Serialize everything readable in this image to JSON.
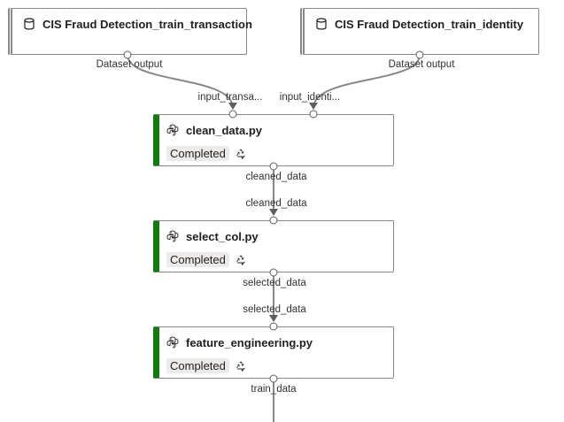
{
  "pipeline": {
    "datasets": [
      {
        "name": "CIS Fraud Detection_train_transaction",
        "icon": "database-icon",
        "output_label": "Dataset output"
      },
      {
        "name": "CIS Fraud Detection_train_identity",
        "icon": "database-icon",
        "output_label": "Dataset output"
      }
    ],
    "modules": [
      {
        "name": "clean_data.py",
        "icon": "python-icon",
        "status": "Completed",
        "status_icon": "recycle-icon",
        "inputs": [
          "input_transa...",
          "input_identi..."
        ],
        "output": "cleaned_data"
      },
      {
        "name": "select_col.py",
        "icon": "python-icon",
        "status": "Completed",
        "status_icon": "recycle-icon",
        "inputs": [
          "cleaned_data"
        ],
        "output": "selected_data"
      },
      {
        "name": "feature_engineering.py",
        "icon": "python-icon",
        "status": "Completed",
        "status_icon": "recycle-icon",
        "inputs": [
          "selected_data"
        ],
        "output": "train_data"
      }
    ]
  },
  "colors": {
    "completed_accent": "#107c10",
    "node_border": "#8a8886",
    "wire": "#8a8886",
    "badge_bg": "#edebe9"
  }
}
